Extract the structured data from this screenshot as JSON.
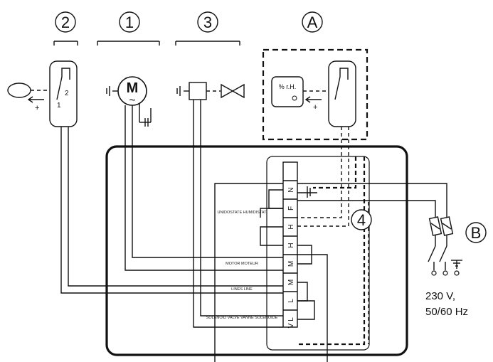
{
  "callouts": {
    "c1": "1",
    "c2": "2",
    "c3": "3",
    "cA": "A",
    "c4": "4",
    "cB": "B"
  },
  "motor": {
    "symbol": "M",
    "ac": "~"
  },
  "humidistat": {
    "label": "% r.H."
  },
  "switch_terminals": {
    "t1": "1",
    "t2": "2"
  },
  "polarity": {
    "plus_left": "+",
    "plus_right": "+"
  },
  "terminals": [
    "N",
    "F",
    "H",
    "H",
    "M",
    "M",
    "L",
    "L",
    "V"
  ],
  "small_labels": {
    "humidistat_contact": "UNIDOSTATE HUMIDISTAT",
    "motor": "MOTOR MOTEUR",
    "lines": "LINES LINE",
    "valve": "SOLENOID VALVE VANNE SOLENOIDE"
  },
  "supply": {
    "voltage": "230 V,",
    "frequency": "50/60 Hz"
  }
}
